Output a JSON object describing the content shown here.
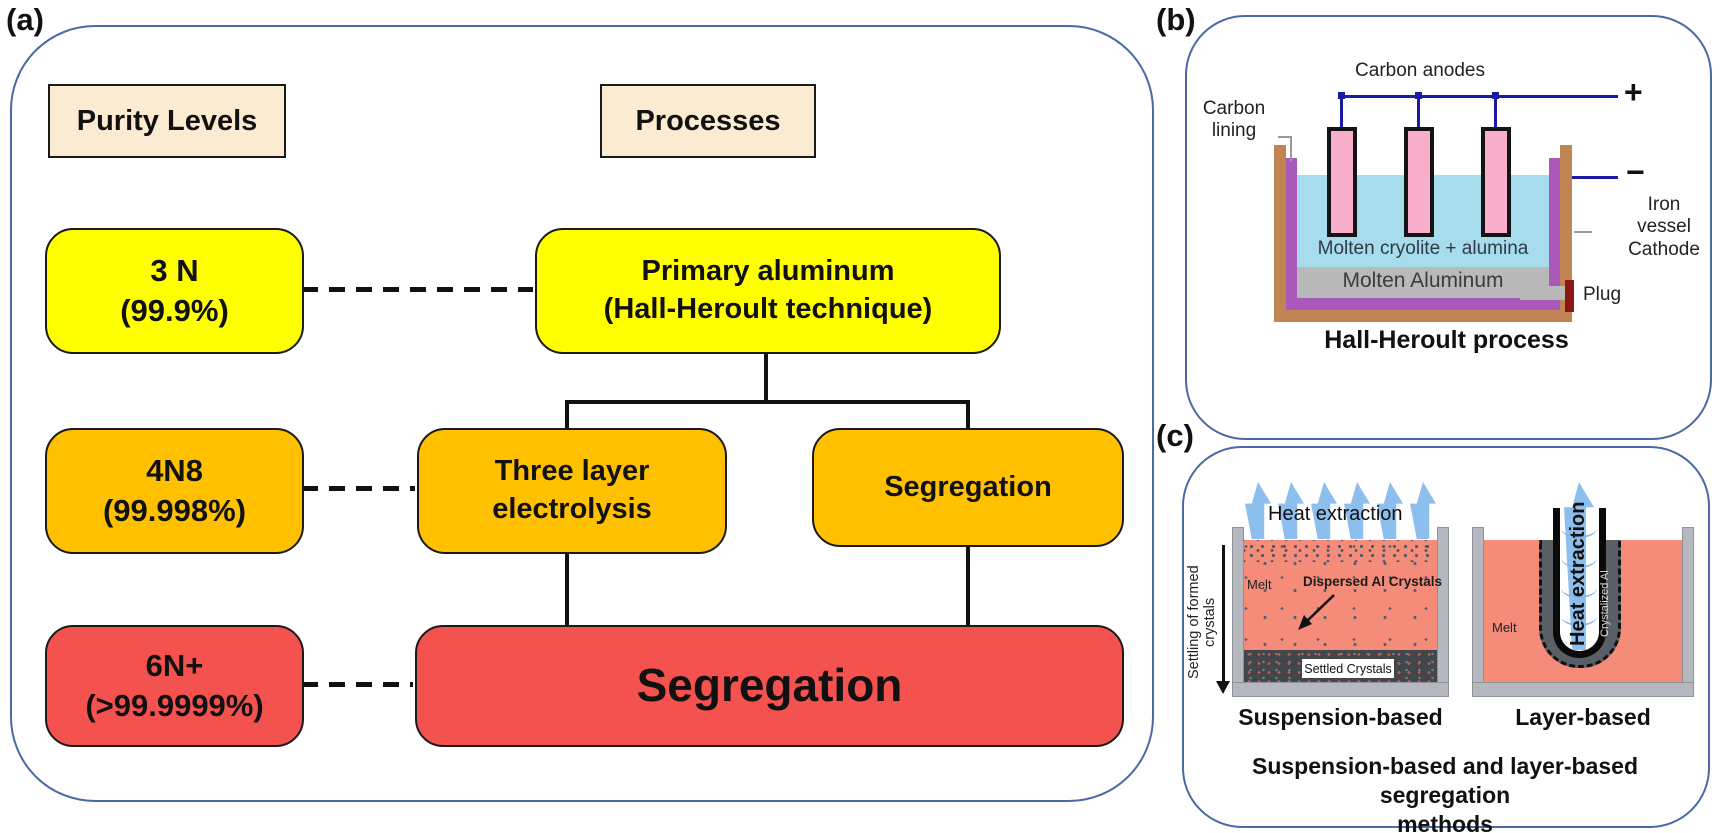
{
  "figure": {
    "panel_a": {
      "label": "(a)",
      "header_purity": "Purity Levels",
      "header_processes": "Processes",
      "box_3n_line1": "3 N",
      "box_3n_line2": "(99.9%)",
      "box_primary_line1": "Primary aluminum",
      "box_primary_line2": "(Hall-Heroult technique)",
      "box_4n8_line1": "4N8",
      "box_4n8_line2": "(99.998%)",
      "box_three_layer_line1": "Three layer",
      "box_three_layer_line2": "electrolysis",
      "box_segregation_mid": "Segregation",
      "box_6n_line1": "6N+",
      "box_6n_line2": "(>99.9999%)",
      "box_segregation_final": "Segregation"
    },
    "panel_b": {
      "label": "(b)",
      "carbon_anodes": "Carbon anodes",
      "plus": "+",
      "minus": "−",
      "carbon_lining_line1": "Carbon",
      "carbon_lining_line2": "lining",
      "iron_vessel_line1": "Iron",
      "iron_vessel_line2": "vessel",
      "iron_vessel_line3": "Cathode",
      "molten_cryolite": "Molten cryolite + alumina",
      "molten_aluminum": "Molten Aluminum",
      "plug": "Plug",
      "title": "Hall-Heroult process"
    },
    "panel_c": {
      "label": "(c)",
      "heat_extraction_left": "Heat extraction",
      "settling_label": "Settling of formed crystals",
      "melt_left": "Melt",
      "dispersed_label": "Dispersed Al Crystals",
      "settled_label": "Settled Crystals",
      "suspension_name": "Suspension-based",
      "heat_extraction_right": "Heat extraction",
      "melt_right": "Melt",
      "crystalized_label": "Crystalized Al",
      "layer_name": "Layer-based",
      "caption_line1": "Suspension-based and layer-based segregation",
      "caption_line2": "methods"
    },
    "colors": {
      "panel_border": "#4a69a5",
      "header_fill": "#FAEBD2",
      "level1_yellow": "#FFFF00",
      "level2_orange": "#FFC000",
      "level3_red": "#F4524E",
      "wire_blue": "#1a1aa6",
      "anode_pink": "#F9AECB",
      "vessel_brown": "#C08552",
      "lining_purple": "#A95ABA",
      "cryolite_blue": "#A6DCEC",
      "aluminum_gray": "#B9B9B9",
      "plug_darkred": "#8E1515",
      "melt_salmon": "#F58B79",
      "heat_arrow_blue": "#8CBEEE",
      "crystallized_gray": "#5A5F66"
    }
  }
}
